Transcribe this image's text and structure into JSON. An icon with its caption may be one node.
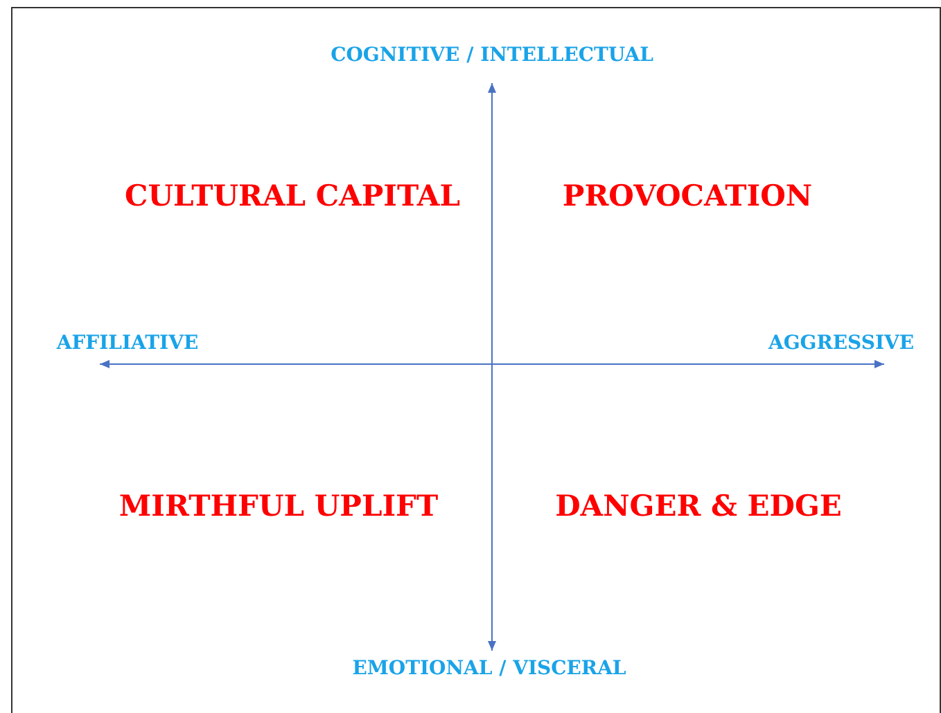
{
  "diagram": {
    "labels": [
      "COGNITIVE / INTELLECTUAL",
      "CULTURAL CAPITAL",
      "PROVOCATION",
      "AFFILIATIVE",
      "AGGRESSIVE",
      "MIRTHFUL UPLIFT",
      "DANGER & EDGE",
      "EMOTIONAL / VISCERAL"
    ]
  }
}
